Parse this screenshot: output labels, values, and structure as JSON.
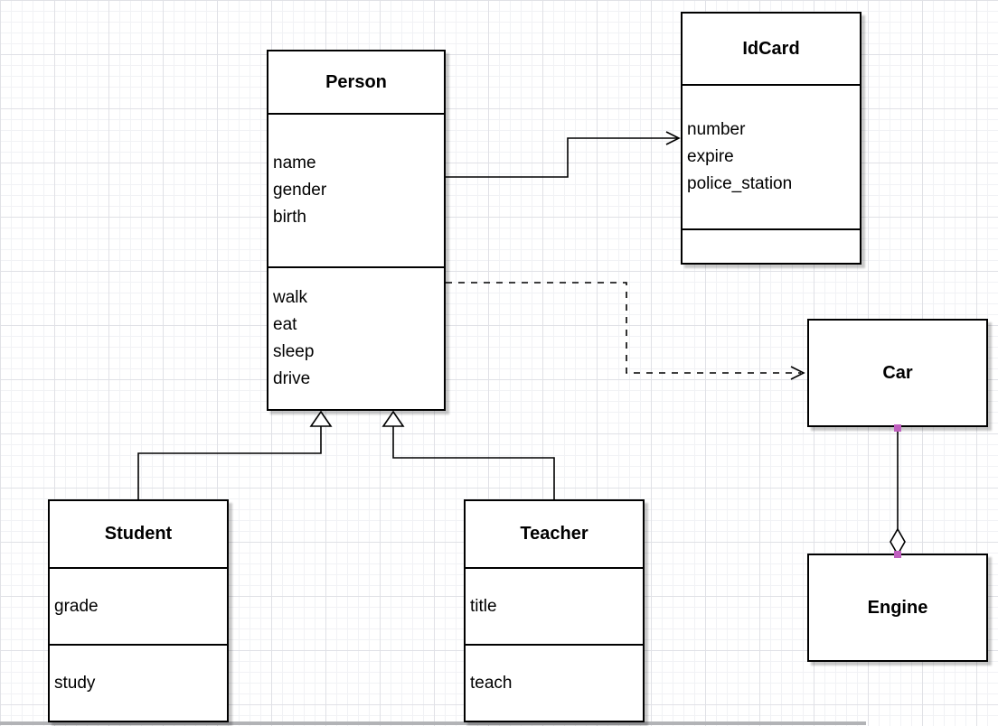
{
  "diagram": {
    "type": "uml-class-diagram",
    "classes": [
      {
        "name": "Person",
        "attributes": [
          "name",
          "gender",
          "birth"
        ],
        "methods": [
          "walk",
          "eat",
          "sleep",
          "drive"
        ]
      },
      {
        "name": "IdCard",
        "attributes": [
          "number",
          "expire",
          "police_station"
        ],
        "methods": []
      },
      {
        "name": "Car",
        "attributes": [],
        "methods": []
      },
      {
        "name": "Engine",
        "attributes": [],
        "methods": []
      },
      {
        "name": "Student",
        "attributes": [
          "grade"
        ],
        "methods": [
          "study"
        ]
      },
      {
        "name": "Teacher",
        "attributes": [
          "title"
        ],
        "methods": [
          "teach"
        ]
      }
    ],
    "relationships": [
      {
        "from": "Person",
        "to": "IdCard",
        "type": "directed-association",
        "line": "solid",
        "arrowhead": "open-arrow"
      },
      {
        "from": "Person",
        "to": "Car",
        "type": "dependency",
        "line": "dashed",
        "arrowhead": "open-arrow"
      },
      {
        "from": "Student",
        "to": "Person",
        "type": "generalization",
        "line": "solid",
        "arrowhead": "hollow-triangle"
      },
      {
        "from": "Teacher",
        "to": "Person",
        "type": "generalization",
        "line": "solid",
        "arrowhead": "hollow-triangle"
      },
      {
        "from": "Car",
        "to": "Engine",
        "type": "aggregation",
        "line": "solid",
        "arrowhead": "hollow-diamond"
      }
    ],
    "colors": {
      "shape_fill": "#ffffff",
      "shape_stroke": "#000000",
      "connection_point": "#bf5fbf"
    }
  }
}
